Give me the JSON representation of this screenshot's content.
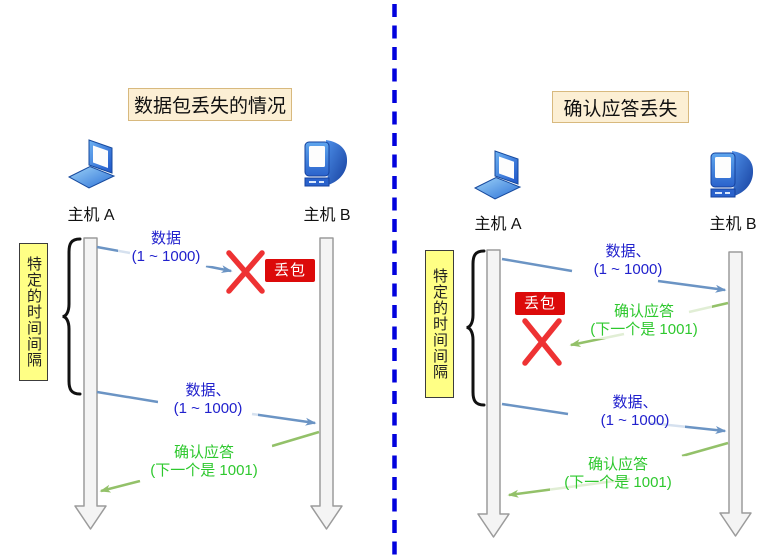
{
  "diagram": {
    "divider_color": "#0202dd",
    "colors": {
      "data_text": "#2121cd",
      "ack_text": "#2ec82e",
      "data_arrow": "#6b94c4",
      "ack_arrow": "#93c169",
      "x_mark": "#ee3233",
      "loss_badge_bg": "#dc0a0a",
      "title_bg": "#fcefd4",
      "interval_bg": "#ffff85",
      "timeline_fill": "#f4f4f4"
    },
    "left": {
      "title": "数据包丢失的情况",
      "host_a": "主机 A",
      "host_b": "主机 B",
      "interval": "特定的时间间隔",
      "loss_badge": "丢包",
      "msg_data1": {
        "l1": "数据",
        "l2": "(1 ~ 1000)"
      },
      "msg_data2": {
        "l1": "数据、",
        "l2": "(1 ~ 1000)"
      },
      "msg_ack": {
        "l1": "确认应答",
        "l2": "(下一个是 1001)"
      }
    },
    "right": {
      "title": "确认应答丢失",
      "host_a": "主机 A",
      "host_b": "主机 B",
      "interval": "特定的时间间隔",
      "loss_badge": "丢包",
      "msg_data1": {
        "l1": "数据、",
        "l2": "(1 ~ 1000)"
      },
      "msg_ack_lost": {
        "l1": "确认应答",
        "l2": "(下一个是 1001)"
      },
      "msg_data2": {
        "l1": "数据、",
        "l2": "(1 ~ 1000)"
      },
      "msg_ack": {
        "l1": "确认应答",
        "l2": "(下一个是 1001)"
      }
    }
  }
}
